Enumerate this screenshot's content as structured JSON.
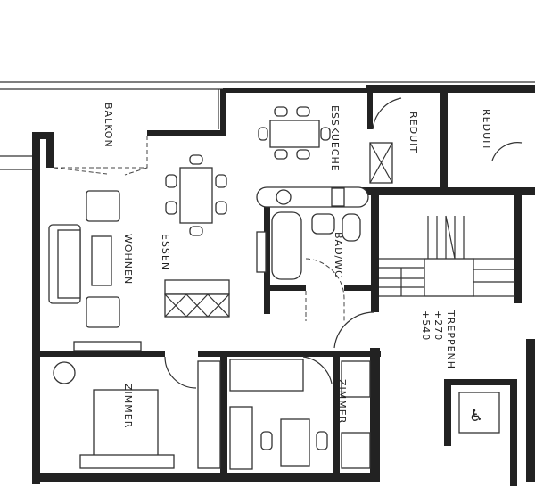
{
  "plan": {
    "rooms": {
      "balkon": "BALKON",
      "esskueche": "ESSKUECHE",
      "reduit_1": "REDUIT",
      "reduit_2": "REDUIT",
      "wohnen": "WOHNEN",
      "essen": "ESSEN",
      "bad_wc": "BAD/WC",
      "treppenhaus": "TREPPENH",
      "level_1": "+270",
      "level_2": "+540",
      "zimmer_1": "ZIMMER",
      "zimmer_2": "ZIMMER"
    },
    "colors": {
      "wall": "#222222",
      "paper": "#ffffff"
    }
  }
}
